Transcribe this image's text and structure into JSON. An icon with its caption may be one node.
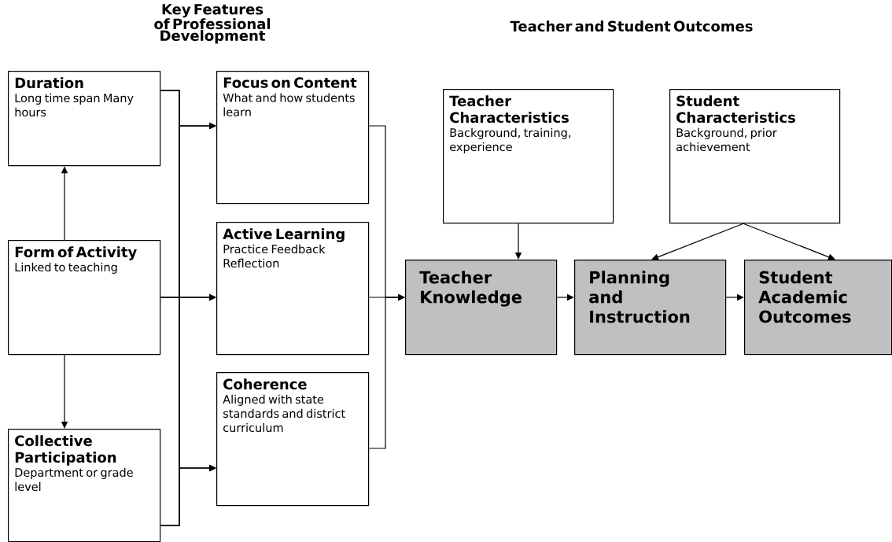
{
  "diagram": {
    "nodes": [
      {
        "text": [
          "Duration",
          "Long time span Many hours"
        ]
      },
      {
        "text": [
          "Form of Activity",
          "Linked to teaching"
        ]
      },
      {
        "text": [
          "Collective Participation",
          "Department or grade level"
        ]
      },
      {
        "text": [
          "Focus on Content",
          "What and how students learn"
        ]
      },
      {
        "text": [
          "Active Learning",
          "Practice Feedback Reflection"
        ]
      },
      {
        "text": [
          "Coherence",
          "Aligned with state standards and district curriculum"
        ]
      },
      {
        "text": [
          "Teacher Characteristics",
          "Background, training, experience"
        ]
      },
      {
        "text": [
          "Student Characteristics",
          "Background, prior achievement"
        ]
      },
      {
        "text": [
          "Teacher Knowledge"
        ]
      },
      {
        "text": [
          "Planning and Instruction"
        ]
      },
      {
        "text": [
          "Student Academic Outcomes"
        ]
      }
    ],
    "edges": [
      {
        "from": 1,
        "to": 0,
        "arrow": "to"
      },
      {
        "from": 1,
        "to": 2,
        "arrow": "to"
      },
      {
        "from": 0,
        "to": 3,
        "arrow": "to"
      },
      {
        "from": 0,
        "to": 4,
        "arrow": "to"
      },
      {
        "from": 0,
        "to": 5,
        "arrow": "to"
      },
      {
        "from": 1,
        "to": 3,
        "arrow": "to"
      },
      {
        "from": 1,
        "to": 4,
        "arrow": "to"
      },
      {
        "from": 1,
        "to": 5,
        "arrow": "to"
      },
      {
        "from": 2,
        "to": 3,
        "arrow": "to"
      },
      {
        "from": 2,
        "to": 4,
        "arrow": "to"
      },
      {
        "from": 2,
        "to": 5,
        "arrow": "to"
      },
      {
        "from": 3,
        "to": 8,
        "arrow": "to"
      },
      {
        "from": 4,
        "to": 8,
        "arrow": "to"
      },
      {
        "from": 5,
        "to": 8,
        "arrow": "to"
      },
      {
        "from": 6,
        "to": 8,
        "arrow": "to"
      },
      {
        "from": 7,
        "to": 9,
        "arrow": "to"
      },
      {
        "from": 7,
        "to": 10,
        "arrow": "to"
      },
      {
        "from": 8,
        "to": 9,
        "arrow": "to"
      },
      {
        "from": 9,
        "to": 10,
        "arrow": "to"
      }
    ],
    "labels": [
      "Key Features of Professional Development",
      "Teacher and Student Outcomes"
    ]
  }
}
